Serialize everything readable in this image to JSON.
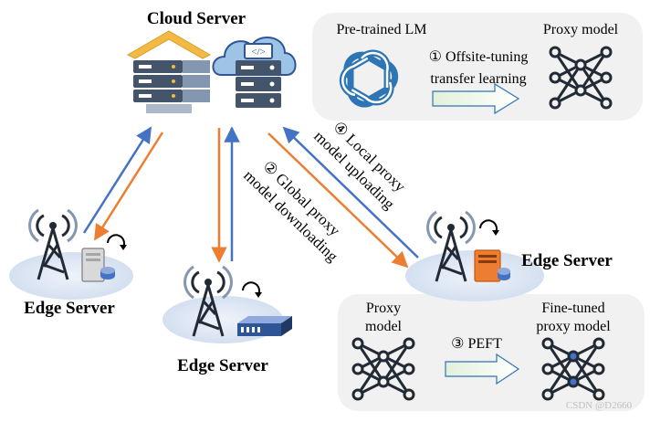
{
  "cloud": {
    "label": "Cloud Server"
  },
  "top_panel": {
    "left_label": "Pre-trained LM",
    "right_label": "Proxy model",
    "step_line1": "① Offsite-tuning",
    "step_line2": "transfer learning"
  },
  "arrows": {
    "upload_line1": "④ Local proxy",
    "upload_line2": "model uploading",
    "download_line1": "② Global proxy",
    "download_line2": "model downloading"
  },
  "edge_servers": {
    "left": "Edge Server",
    "middle": "Edge Server",
    "right": "Edge Server"
  },
  "bottom_panel": {
    "left_line1": "Proxy",
    "left_line2": "model",
    "right_line1": "Fine-tuned",
    "right_line2": "proxy model",
    "step": "③ PEFT"
  },
  "watermark": "CSDN @D2660",
  "colors": {
    "upload_arrow": "#4472c4",
    "download_arrow": "#ed7d31",
    "panel_bg": "#f1f1f1",
    "ellipse_bg": "#dce6f2",
    "server_dark": "#44546a",
    "roof": "#f4b942",
    "cloud_fill": "#9dc3e6"
  }
}
